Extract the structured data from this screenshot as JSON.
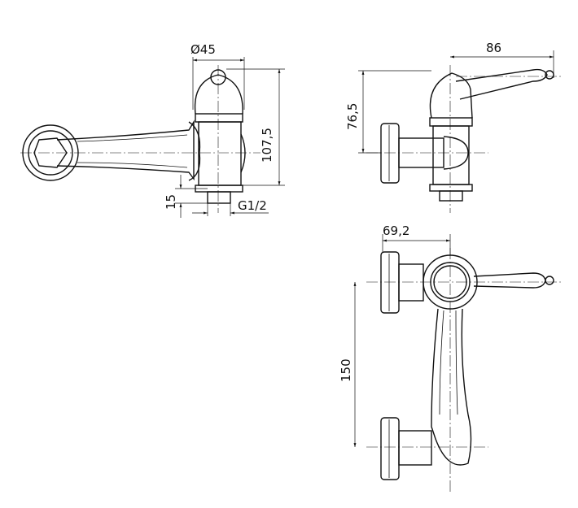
{
  "title": "Wall-mounted faucet technical drawing",
  "views": {
    "front": {
      "diameter_label": "Ø45",
      "height_label": "107,5",
      "stub_label": "15",
      "thread_label": "G1/2"
    },
    "side": {
      "lever_reach_label": "86",
      "axis_height_label": "76,5"
    },
    "top": {
      "offset_label": "69,2",
      "spacing_label": "150"
    }
  },
  "colors": {
    "line": "#111111",
    "background": "#ffffff"
  }
}
